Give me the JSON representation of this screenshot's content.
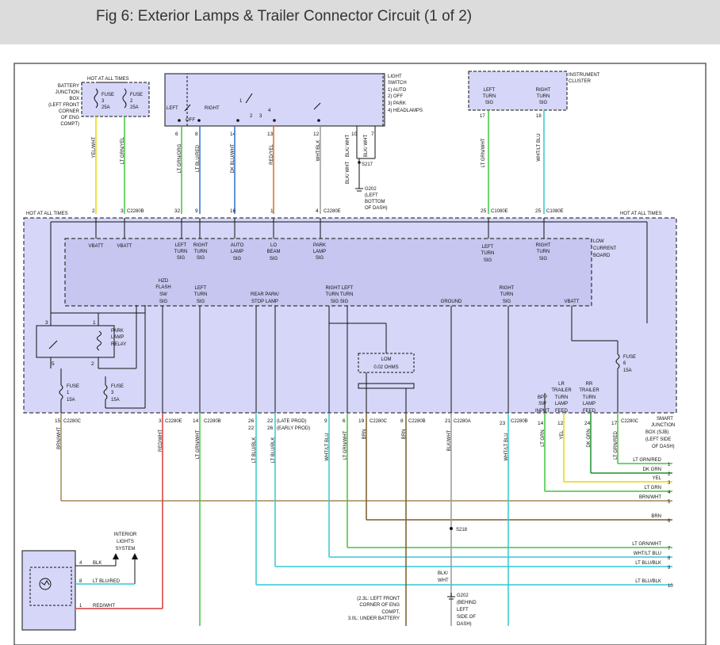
{
  "header": {
    "title": "Fig 6: Exterior Lamps & Trailer Connector Circuit (1 of 2)"
  },
  "colors": {
    "box_fill": "#d6d6f8",
    "board_fill": "#c6c6f0",
    "yellow": "#e8d800",
    "green": "#3ec63e",
    "orange": "#e06a1a",
    "blue": "#2a6fd6",
    "cyan": "#33c9d4",
    "red": "#d63a3a",
    "tan": "#a08a52",
    "brown": "#7a5c28",
    "gray": "#9a9a9a",
    "darkgreen": "#1f8f2a"
  },
  "battery_junction_box": {
    "label_lines": [
      "BATTERY",
      "JUNCTION",
      "BOX",
      "(LEFT FRONT",
      "CORNER",
      "OF ENG",
      "COMPT)"
    ],
    "hot": "HOT AT ALL TIMES",
    "fuse3": [
      "FUSE",
      "3",
      "25A"
    ],
    "fuse2": [
      "FUSE",
      "2",
      "25A"
    ]
  },
  "light_switch": {
    "label_lines": [
      "LIGHT",
      "SWITCH",
      "1) AUTO",
      "2) OFF",
      "3) PARK",
      "4) HEADLAMPS"
    ],
    "left": "LEFT",
    "off": "OFF",
    "right": "RIGHT",
    "pins": [
      "6",
      "8",
      "14",
      "13",
      "12",
      "10",
      "7"
    ],
    "n1": "1",
    "n2": "2",
    "n3": "3",
    "n4": "4"
  },
  "instrument_cluster": {
    "label_lines": [
      "INSTRUMENT",
      "CLUSTER"
    ],
    "left_sig": [
      "LEFT",
      "TURN",
      "SIG"
    ],
    "right_sig": [
      "RIGHT",
      "TURN",
      "SIG"
    ],
    "pin_left": "17",
    "pin_right": "18"
  },
  "wires_top": {
    "yel_wht": "YEL/WHT",
    "lt_grn_yel": "LT GRN/YEL",
    "lt_grn_org": "LT GRN/ORG",
    "lt_blu_red": "LT BLU/RED",
    "dk_blu_wht": "DK BLU/WHT",
    "red_yel": "RED/YEL",
    "wht_blk": "WHT/BLK",
    "blk_wht_a": "BLK/ WHT",
    "blk_wht_b": "BLK/ WHT",
    "blk_wht_c": "BLK/ WHT",
    "lt_grn_wht": "LT GRN/WHT",
    "wht_lt_blu": "WHT/LT BLU",
    "s217": "S217",
    "g202": [
      "G202",
      "(LEFT",
      "BOTTOM",
      "OF DASH)"
    ]
  },
  "connectors_top": {
    "hot_left": "HOT AT ALL TIMES",
    "hot_right": "HOT AT ALL TIMES",
    "p2": "2",
    "p3": "3",
    "c2280b": "C2280B",
    "p32": "32",
    "p9": "9",
    "p16": "16",
    "p1": "1",
    "p4": "4",
    "c2280e": "C2280E",
    "p25a": "25",
    "c1080e_a": "C1080E",
    "p25b": "25",
    "c1080e_b": "C1080E"
  },
  "sjb": {
    "vbatt1": "VBATT",
    "vbatt2": "VBATT",
    "left_turn": [
      "LEFT",
      "TURN",
      "SIG"
    ],
    "right_turn": [
      "RIGHT",
      "TURN",
      "SIG"
    ],
    "auto_lamp": [
      "AUTO",
      "LAMP",
      "SIG"
    ],
    "lo_beam": [
      "LO",
      "BEAM",
      "SIG"
    ],
    "park_lamp": [
      "PARK",
      "LAMP",
      "SIG"
    ],
    "left_turn_r": [
      "LEFT",
      "TURN",
      "SIG"
    ],
    "right_turn_r": [
      "RIGHT",
      "TURN",
      "SIG"
    ],
    "lcb": [
      "LOW",
      "CURRENT",
      "BOARD"
    ],
    "hzd": [
      "HZD",
      "FLASH",
      "SW",
      "SIG"
    ],
    "left_turn_b": [
      "LEFT",
      "TURN",
      "SIG"
    ],
    "rear_park": [
      "REAR PARK/",
      "STOP LAMP"
    ],
    "rt_lt": [
      "RIGHT  LEFT",
      "TURN  TURN",
      "SIG    SIG"
    ],
    "ground": "GROUND",
    "right_turn_b": [
      "RIGHT",
      "TURN",
      "SIG"
    ],
    "vbatt3": "VBATT",
    "park_relay": [
      "PARK",
      "LAMP",
      "RELAY"
    ],
    "relay_pins": [
      "3",
      "1",
      "5",
      "2"
    ],
    "lom": [
      "LOM",
      "0.02 OHMS"
    ],
    "fuse1": [
      "FUSE",
      "1",
      "15A"
    ],
    "fuse3b": [
      "FUSE",
      "3",
      "15A"
    ],
    "fuse6": [
      "FUSE",
      "6",
      "15A"
    ],
    "bpp": [
      "BPP",
      "SW",
      "INPUT"
    ],
    "lr": [
      "LR",
      "TRAILER",
      "TURN",
      "LAMP",
      "FEED"
    ],
    "rr": [
      "RR",
      "TRAILER",
      "TURN",
      "LAMP",
      "FEED"
    ],
    "sjb_label": [
      "SMART",
      "JUNCTION",
      "BOX (SJB)",
      "(LEFT SIDE",
      "OF DASH)"
    ]
  },
  "connectors_bottom": {
    "p15": "15",
    "c2280c_a": "C2280C",
    "p3": "3",
    "c2280e": "C2280E",
    "p14": "14",
    "c2280b_a": "C2280B",
    "p26a": "26",
    "p22a": "22",
    "p22b": "22",
    "p26b": "26",
    "late": "(LATE PROD)",
    "early": "(EARLY PROD)",
    "p9": "9",
    "p6": "6",
    "p19": "19",
    "c2280c_b": "C2280C",
    "p8": "8",
    "c2280b_b": "C2280B",
    "p21": "21",
    "c2280a": "C2280A",
    "p23": "23",
    "c2280b_c": "C2280B",
    "p14b": "14",
    "p12": "12",
    "p24": "24",
    "p17": "17",
    "c2280c_c": "C2280C"
  },
  "wires_bottom": {
    "brn_wht": "BRN/WHT",
    "red_wht": "RED/WHT",
    "lt_grn_wht": "LT GRN/WHT",
    "lt_blu_blk_a": "LT BLU/BLK",
    "lt_blu_blk_b": "LT BLU/BLK",
    "wht_lt_blu": "WHT/LT BLU",
    "lt_grn_wht_b": "LT GRN/WHT",
    "brn": "BRN",
    "brn_b": "BRN",
    "blk_wht": "BLK/WHT",
    "wht_lt_blu_b": "WHT/LT BLU",
    "lt_grn": "LT GRN",
    "yel": "YEL",
    "dk_grn": "DK GRN",
    "lt_grn_red": "LT GRN/RED"
  },
  "right_bundle": [
    {
      "label": "LT GRN/RED",
      "num": "1"
    },
    {
      "label": "DK GRN",
      "num": "2"
    },
    {
      "label": "YEL",
      "num": "3"
    },
    {
      "label": "LT GRN",
      "num": "4"
    },
    {
      "label": "BRN/WHT",
      "num": "5"
    },
    {
      "label": "BRN",
      "num": "6"
    },
    {
      "label": "LT GRN/WHT",
      "num": "7"
    },
    {
      "label": "WHT/LT BLU",
      "num": "8"
    },
    {
      "label": "LT BLU/BLK",
      "num": "9"
    },
    {
      "label": "LT BLU/BLK",
      "num": "10"
    }
  ],
  "bottom": {
    "s218": "S218",
    "blk_wht": [
      "BLK/",
      "WHT"
    ],
    "g202": [
      "G202",
      "(BEHIND",
      "LEFT",
      "SIDE OF",
      "DASH)"
    ],
    "note": [
      "(2.3L: LEFT FRONT",
      "CORNER OF ENG",
      "COMPT,",
      "3.0L: UNDER BATTERY"
    ],
    "interior": [
      "INTERIOR",
      "LIGHTS",
      "SYSTEM"
    ],
    "p4": "4",
    "blk": "BLK",
    "p8": "8",
    "lt_blu_red": "LT BLU/RED",
    "p1": "1",
    "red_wht": "RED/WHT"
  }
}
